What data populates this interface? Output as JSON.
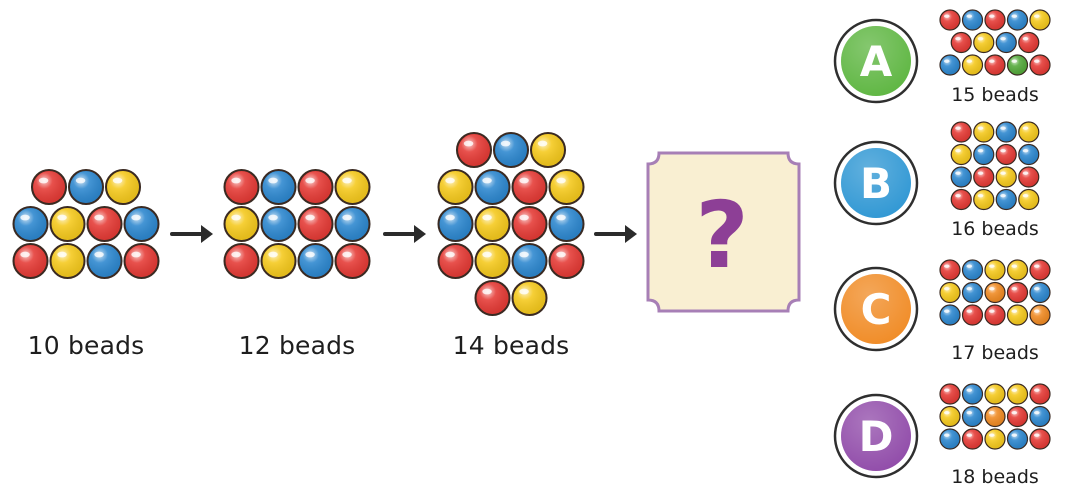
{
  "sequence": [
    {
      "label": "10 beads",
      "rows": [
        [
          "red",
          "blue",
          "yellow"
        ],
        [
          "blue",
          "yellow",
          "red",
          "blue"
        ],
        [
          "red",
          "yellow",
          "blue",
          "red"
        ]
      ]
    },
    {
      "label": "12 beads",
      "rows": [
        [
          "red",
          "blue",
          "red",
          "yellow"
        ],
        [
          "yellow",
          "blue",
          "red",
          "blue"
        ],
        [
          "red",
          "yellow",
          "blue",
          "red"
        ]
      ]
    },
    {
      "label": "14 beads",
      "rows": [
        [
          "red",
          "blue",
          "yellow"
        ],
        [
          "yellow",
          "blue",
          "red",
          "yellow"
        ],
        [
          "blue",
          "yellow",
          "red",
          "blue"
        ],
        [
          "red",
          "yellow",
          "blue",
          "red"
        ],
        [
          "red",
          "yellow"
        ]
      ]
    }
  ],
  "question": {
    "symbol": "?"
  },
  "options": [
    {
      "letter": "A",
      "color": "#5cb53f",
      "label": "15 beads",
      "rows": [
        [
          "red",
          "blue",
          "red",
          "blue",
          "yellow"
        ],
        [
          "red",
          "yellow",
          "blue",
          "red"
        ],
        [
          "blue",
          "yellow",
          "red",
          "green",
          "red"
        ]
      ]
    },
    {
      "letter": "B",
      "color": "#2d96d3",
      "label": "16 beads",
      "rows": [
        [
          "red",
          "yellow",
          "blue",
          "yellow"
        ],
        [
          "yellow",
          "blue",
          "red",
          "blue"
        ],
        [
          "blue",
          "red",
          "yellow",
          "red"
        ],
        [
          "red",
          "yellow",
          "blue",
          "yellow"
        ]
      ]
    },
    {
      "letter": "C",
      "color": "#f08a23",
      "label": "17 beads",
      "rows": [
        [
          "red",
          "blue",
          "yellow",
          "yellow",
          "red"
        ],
        [
          "yellow",
          "blue",
          "orange",
          "red",
          "blue"
        ],
        [
          "blue",
          "red",
          "red",
          "yellow",
          "orange"
        ]
      ]
    },
    {
      "letter": "D",
      "color": "#8f49a8",
      "label": "18 beads",
      "rows": [
        [
          "red",
          "blue",
          "yellow",
          "yellow",
          "red"
        ],
        [
          "yellow",
          "blue",
          "orange",
          "red",
          "blue"
        ],
        [
          "blue",
          "red",
          "yellow",
          "blue",
          "red"
        ]
      ]
    }
  ],
  "bead_colors": {
    "red": "#e53a35",
    "blue": "#2c87cf",
    "yellow": "#f5c91c",
    "green": "#53a93a",
    "orange": "#f08a22"
  },
  "card_colors": {
    "fill": "#f9efd2",
    "border": "#a77fb6",
    "symbol": "#8d3f96"
  },
  "icons": {
    "arrow": "right-arrow-icon"
  }
}
